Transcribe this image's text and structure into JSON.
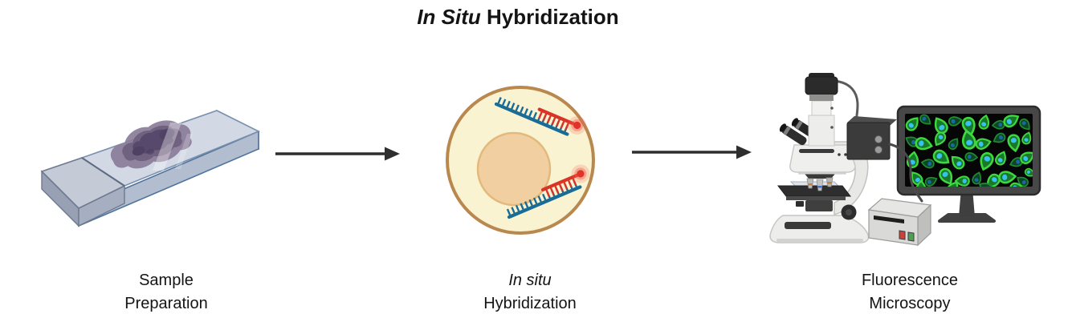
{
  "title": {
    "italic": "In Situ",
    "rest": " Hybridization"
  },
  "steps": [
    {
      "id": "sample-preparation",
      "label_lines": [
        "Sample",
        "Preparation"
      ],
      "illustration": "microscope-slide-with-tissue-sample"
    },
    {
      "id": "in-situ-hybridization",
      "label_lines": [
        "In situ",
        "Hybridization"
      ],
      "label_line1_italic": true,
      "illustration": "cell-with-hybridized-probes"
    },
    {
      "id": "fluorescence-microscopy",
      "label_lines": [
        "Fluorescence",
        "Microscopy"
      ],
      "illustration": "fluorescence-microscope-with-monitor"
    }
  ],
  "arrows": [
    {
      "name": "arrow-sample-to-hybridization",
      "direction": "right"
    },
    {
      "name": "arrow-hybridization-to-microscopy",
      "direction": "right"
    }
  ],
  "colors": {
    "background": "#ffffff",
    "text": "#141414",
    "arrow": "#2e2e2e",
    "slide_glass_top": "#d2d8e4",
    "slide_frosted_top": "#c4cad6",
    "slide_edge_blue": "#4f749d",
    "tissue_outer_purple": "#8a7c99",
    "tissue_mid_purple": "#6f617f",
    "tissue_dark_purple": "#57496b",
    "cell_cytoplasm": "#faf3d1",
    "cell_membrane": "#b9884e",
    "nucleus_fill": "#f1cfa0",
    "nucleus_border": "#e3b97d",
    "target_strand_blue": "#1a6c96",
    "probe_red": "#da3327",
    "fluorophore_red": "#e2332a",
    "fluorophore_glow": "#ef5a4a",
    "microscope_body": "#ededeb",
    "microscope_dark_parts": "#2e2e2e",
    "monitor_bezel": "#474747",
    "screen_background": "#060606",
    "screen_cell_outline_green": "#3fd83f",
    "screen_cell_fill_green": "#187a28",
    "screen_nucleus_cyan": "#38c0f0",
    "power_button_red": "#cf4038",
    "power_button_green": "#4e9e55"
  }
}
